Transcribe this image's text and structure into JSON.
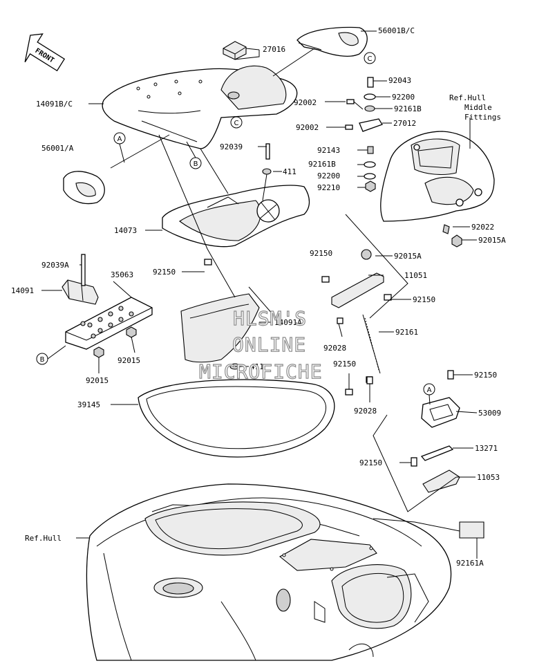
{
  "front_arrow": {
    "label": "FRONT"
  },
  "ref_labels": {
    "hull": "Ref.Hull",
    "hull_middle": [
      "Ref.Hull",
      "Middle",
      "Fittings"
    ]
  },
  "parts": {
    "p56001bc": "56001B/C",
    "p27016": "27016",
    "p14091bc": "14091B/C",
    "p92043": "92043",
    "p92200_top": "92200",
    "p92002_a": "92002",
    "p92161b_top": "92161B",
    "p92002_b": "92002",
    "p27012": "27012",
    "p56001a": "56001/A",
    "p92039": "92039",
    "p92143": "92143",
    "p92161b_mid": "92161B",
    "p411_top": "411",
    "p92200_mid": "92200",
    "p92210": "92210",
    "p14073": "14073",
    "p92022": "92022",
    "p92015a_a": "92015A",
    "p92150_a": "92150",
    "p92015a_b": "92015A",
    "p92039a": "92039A",
    "p35063": "35063",
    "p92150_b": "92150",
    "p11051": "11051",
    "p14091": "14091",
    "p92150_c": "92150",
    "p14091a": "14091A",
    "p92161": "92161",
    "p92028_a": "92028",
    "p92015_a": "92015",
    "p92150_d": "92150",
    "p411_bot": "411",
    "p92015_b": "92015",
    "p92150_e": "92150",
    "p39145": "39145",
    "p92028_b": "92028",
    "p53009": "53009",
    "p13271": "13271",
    "p92150_f": "92150",
    "p11053": "11053",
    "p92161a": "92161A"
  },
  "callouts": {
    "a": "A",
    "b": "B",
    "c": "C"
  },
  "watermark": [
    "HLSM'S",
    "ONLINE",
    "MICROFICHE"
  ]
}
